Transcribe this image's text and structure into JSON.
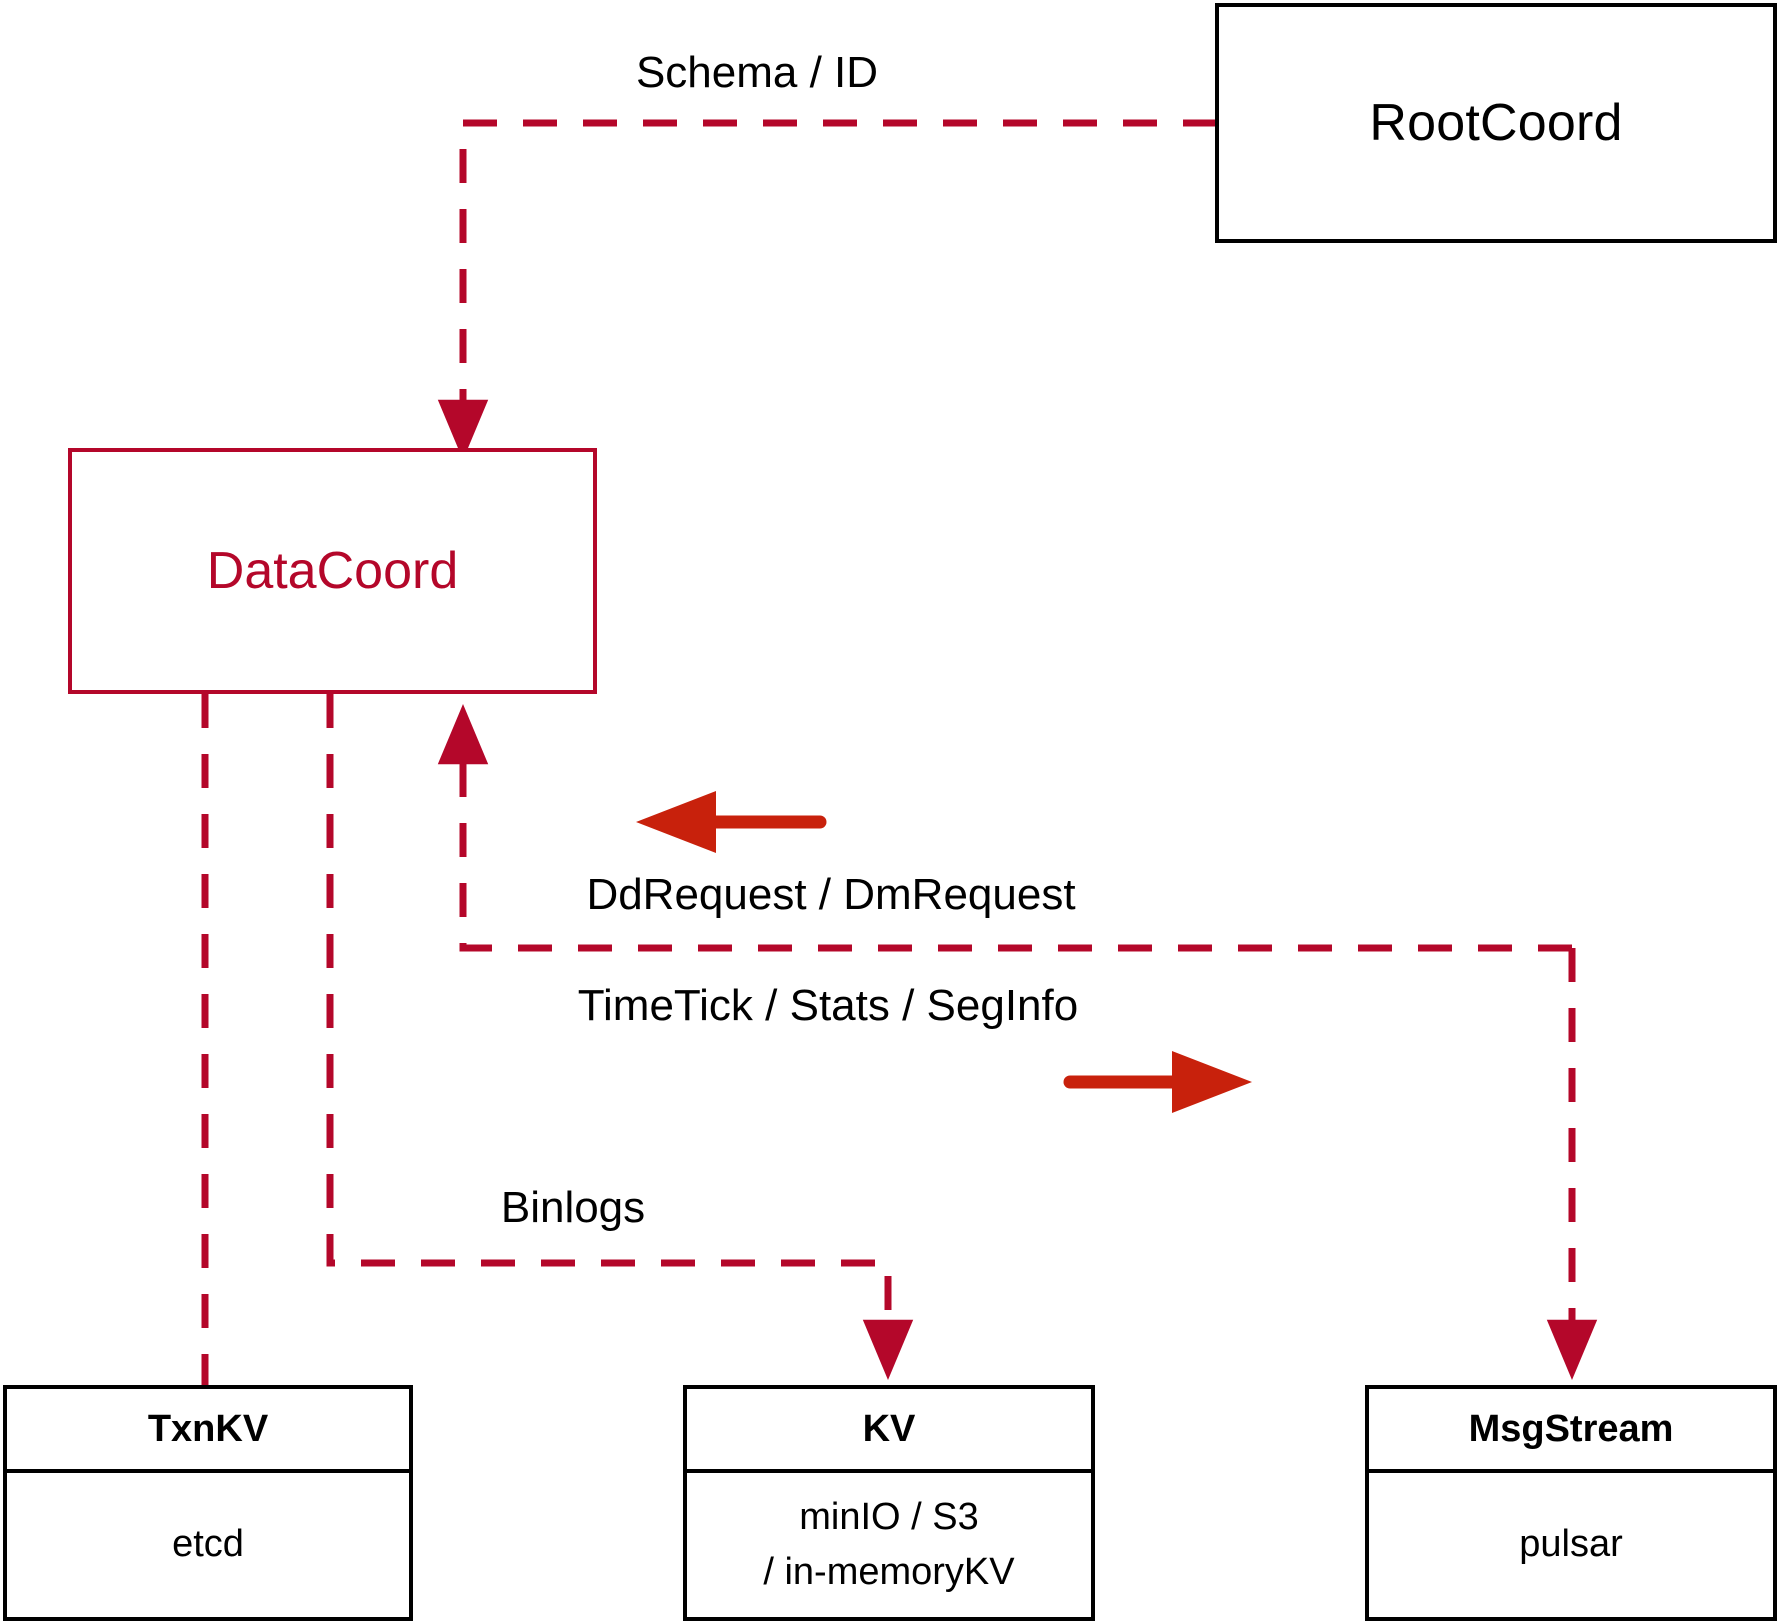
{
  "diagram": {
    "title": "DataCoord component interaction diagram",
    "colors": {
      "accent_red": "#b4072a",
      "arrow_red": "#c8210c",
      "outline_black": "#000000",
      "background": "#ffffff"
    },
    "nodes": {
      "rootcoord": {
        "label": "RootCoord"
      },
      "datacoord": {
        "label": "DataCoord"
      },
      "txnkv": {
        "title": "TxnKV",
        "body_line_1": "etcd"
      },
      "kv": {
        "title": "KV",
        "body_line_1": "minIO / S3",
        "body_line_2": "/ in-memoryKV"
      },
      "msgstream": {
        "title": "MsgStream",
        "body_line_1": "pulsar"
      }
    },
    "edge_labels": {
      "schema_id": "Schema / ID",
      "dd_dm_request": "DdRequest / DmRequest",
      "timetick_stats_seginfo": "TimeTick / Stats / SegInfo",
      "binlogs": "Binlogs"
    },
    "edges": [
      {
        "name": "rootcoord-to-datacoord",
        "label": "Schema / ID",
        "style": "dashed",
        "direction": "down"
      },
      {
        "name": "msgstream-to-datacoord",
        "label": "DdRequest / DmRequest",
        "style": "dashed",
        "direction": "up"
      },
      {
        "name": "datacoord-to-msgstream",
        "label": "TimeTick / Stats / SegInfo",
        "style": "dashed",
        "direction": "down"
      },
      {
        "name": "datacoord-to-kv",
        "label": "Binlogs",
        "style": "dashed",
        "direction": "down"
      },
      {
        "name": "datacoord-to-txnkv",
        "label": "",
        "style": "dashed",
        "direction": "down"
      }
    ]
  }
}
